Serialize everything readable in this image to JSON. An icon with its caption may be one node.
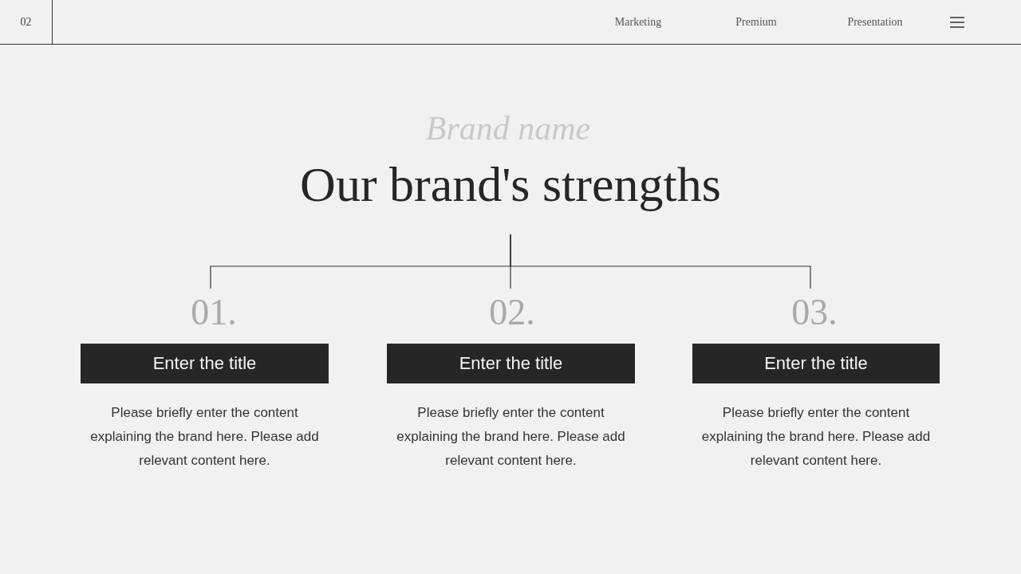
{
  "diagram": {
    "title": "Our brand's strengths",
    "nodes": [
      {
        "text": [
          "01."
        ]
      },
      {
        "text": [
          "Enter the title"
        ],
        "beside": [
          "Please briefly enter the content explaining the brand here. Please add relevant content here."
        ]
      },
      {
        "text": [
          "02."
        ]
      },
      {
        "text": [
          "Enter the title"
        ],
        "beside": [
          "Please briefly enter the content explaining the brand here. Please add relevant content here."
        ]
      },
      {
        "text": [
          "03."
        ]
      },
      {
        "text": [
          "Enter the title"
        ],
        "beside": [
          "Please briefly enter the content explaining the brand here. Please add relevant content here."
        ]
      }
    ],
    "edges": [
      {
        "from": null,
        "to": 0,
        "arrow": "none"
      },
      {
        "from": null,
        "to": 2,
        "arrow": "none"
      },
      {
        "from": null,
        "to": 4,
        "arrow": "none"
      }
    ],
    "labels": [
      "02",
      "Marketing",
      "Premium",
      "Presentation",
      "Brand name"
    ]
  }
}
